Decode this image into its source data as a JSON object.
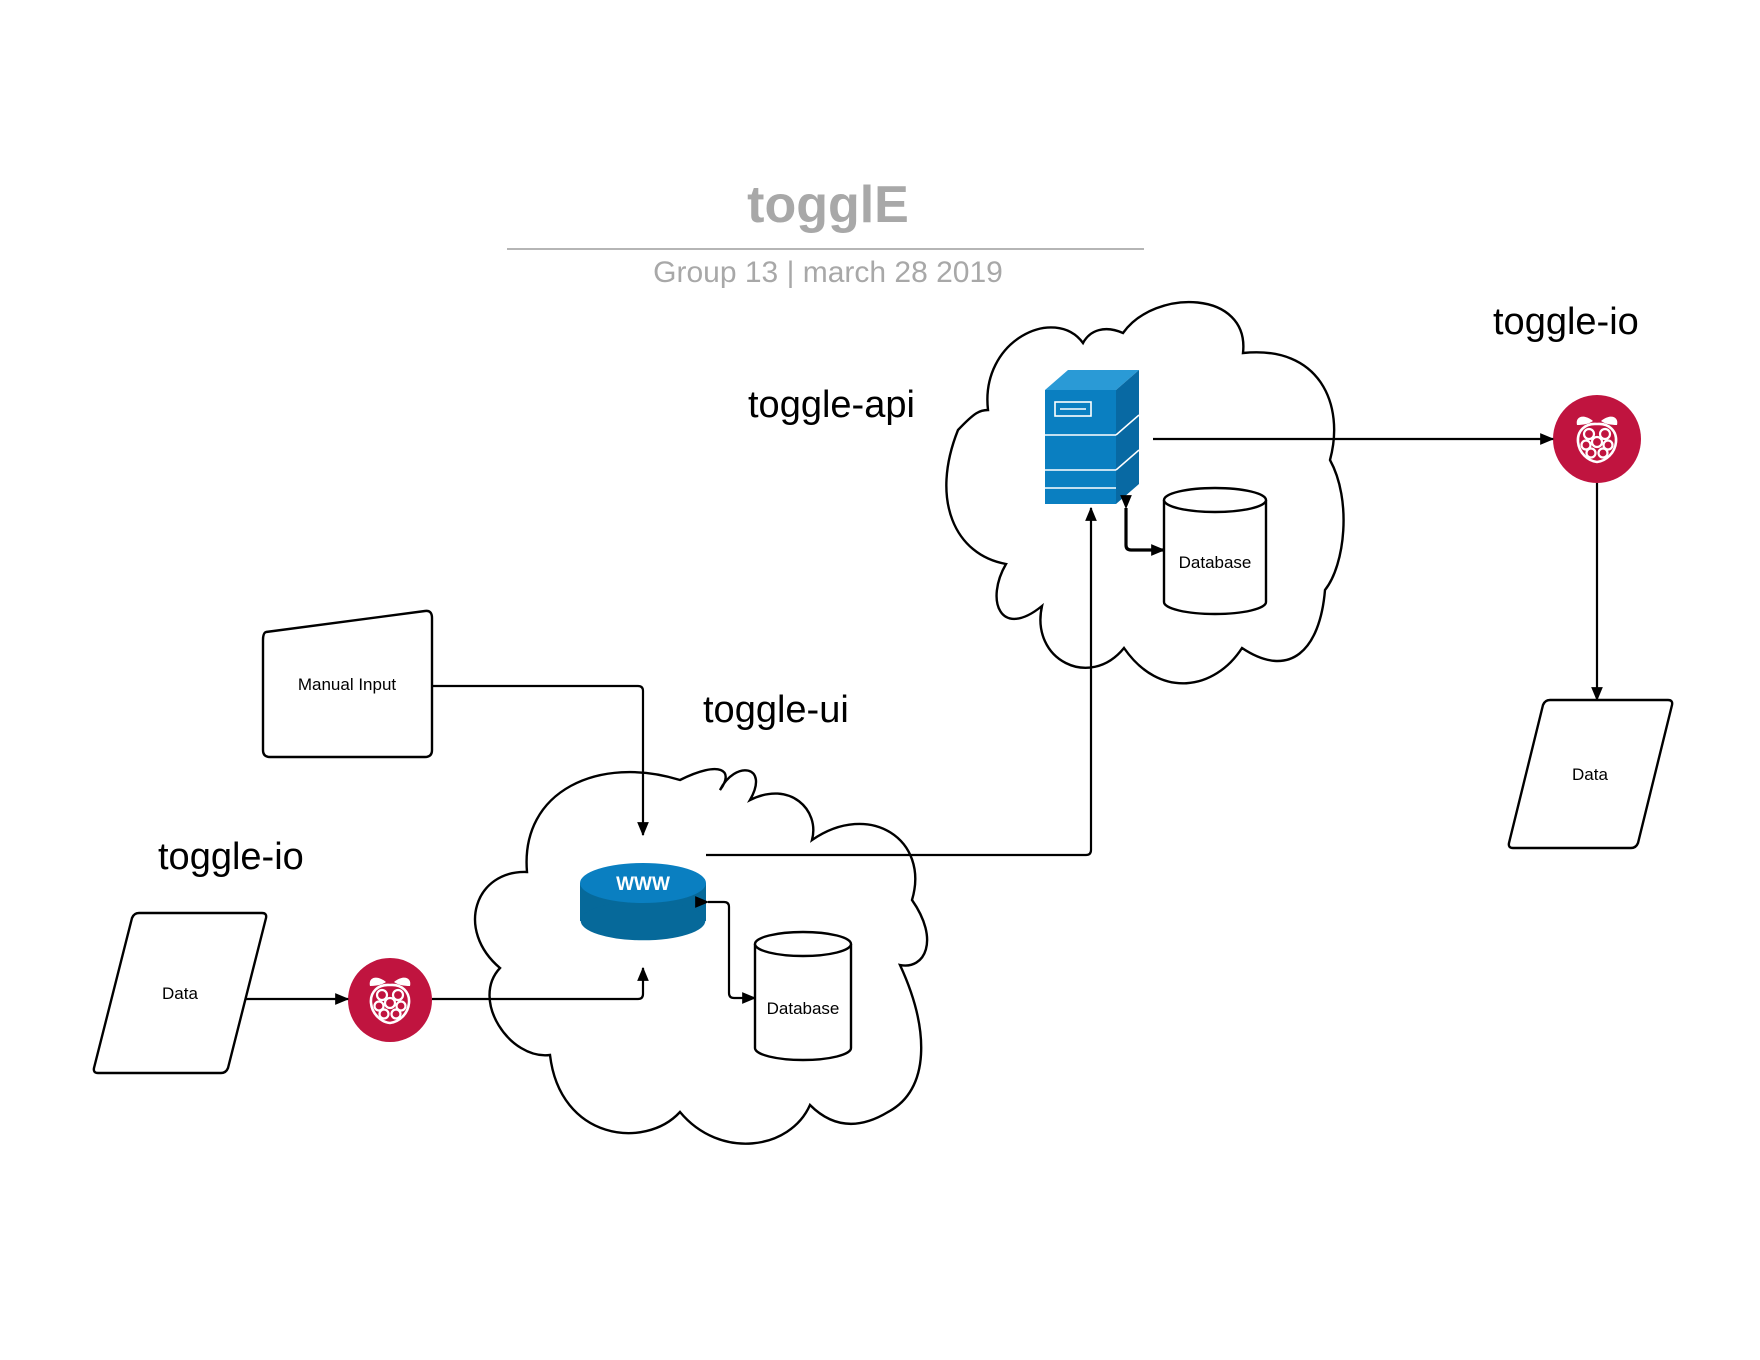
{
  "header": {
    "title": "togglE",
    "subtitle": "Group 13 | march 28 2019"
  },
  "labels": {
    "toggle_api": "toggle-api",
    "toggle_io_right": "toggle-io",
    "toggle_ui": "toggle-ui",
    "toggle_io_left": "toggle-io"
  },
  "shapes": {
    "manual_input": "Manual Input",
    "data_left": "Data",
    "data_right": "Data",
    "database_ui": "Database",
    "database_api": "Database",
    "www": "WWW"
  },
  "colors": {
    "title_gray": "#a8a8a8",
    "server_blue": "#0a7fc1",
    "www_blue": "#06699a",
    "raspberry_red": "#c0143f"
  },
  "icons": [
    "server-icon",
    "www-icon",
    "raspberry-pi-icon",
    "database-icon"
  ]
}
